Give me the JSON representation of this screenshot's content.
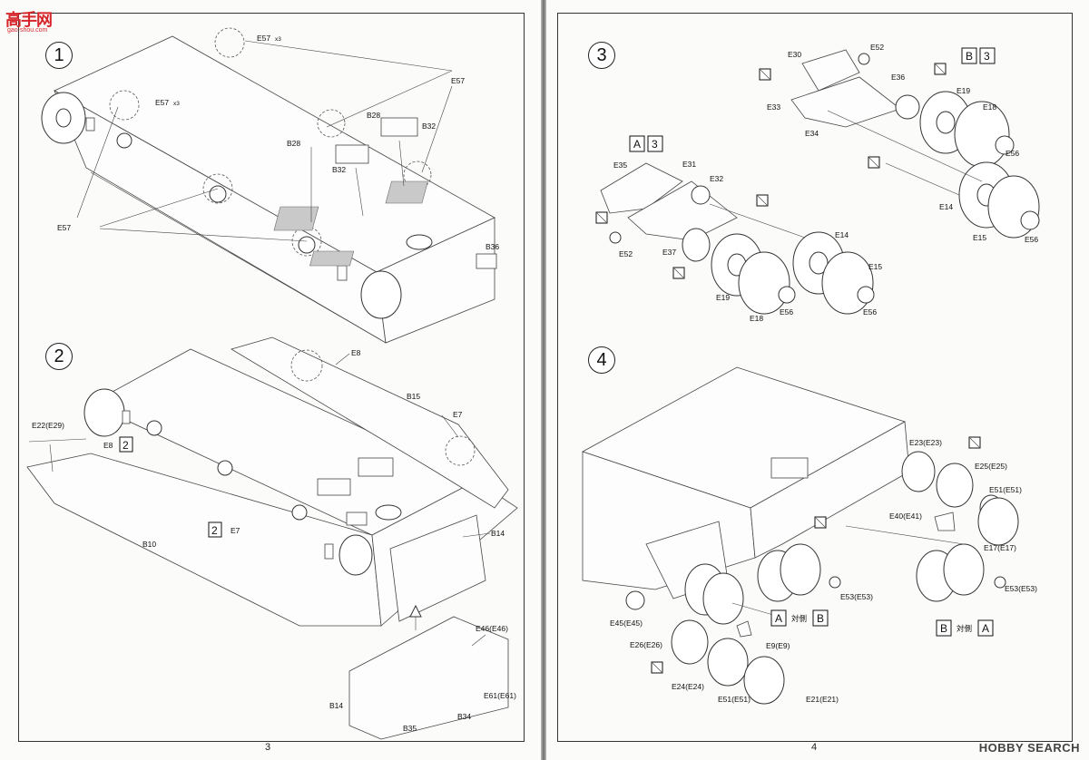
{
  "watermark": {
    "name": "高手网",
    "url": "gao-shou.com"
  },
  "hobby_search": "HOBBY SEARCH",
  "left_page": {
    "page_number": "3",
    "step1": {
      "number": "1",
      "labels": {
        "e57_x3_a": "E57",
        "x3_a": "x3",
        "e57_x3_b": "E57",
        "x3_b": "x3",
        "e57_right": "E57",
        "e57_left": "E57",
        "b28_a": "B28",
        "b28_b": "B28",
        "b32_a": "B32",
        "b32_b": "B32",
        "b36": "B36"
      }
    },
    "step2": {
      "number": "2",
      "labels": {
        "e8_top": "E8",
        "b15": "B15",
        "e7_right": "E7",
        "e22": "E22(E29)",
        "e8_left": "E8",
        "ref2a": "2",
        "ref2b": "2",
        "e7_left": "E7",
        "b10": "B10",
        "b14_a": "B14",
        "e46": "E46(E46)",
        "e61": "E61(E61)",
        "b14_b": "B14",
        "b35": "B35",
        "b34": "B34"
      }
    }
  },
  "right_page": {
    "page_number": "4",
    "step3": {
      "number": "3",
      "box_a": "A",
      "box_a_ref": "3",
      "box_b": "B",
      "box_b_ref": "3",
      "labels": {
        "e30": "E30",
        "e52_top": "E52",
        "e36": "E36",
        "e19_top": "E19",
        "e18_top": "E18",
        "e33": "E33",
        "e34": "E34",
        "e56_top": "E56",
        "e14_right": "E14",
        "e15_right": "E15",
        "e56_right": "E56",
        "e35": "E35",
        "e31": "E31",
        "e32": "E32",
        "e14_mid": "E14",
        "e15_mid": "E15",
        "e52_left": "E52",
        "e37": "E37",
        "e19_bottom": "E19",
        "e18_bottom": "E18",
        "e56_a": "E56",
        "e56_b": "E56"
      }
    },
    "step4": {
      "number": "4",
      "labels": {
        "e23": "E23(E23)",
        "e25": "E25(E25)",
        "e51_right": "E51(E51)",
        "e40": "E40(E41)",
        "e17": "E17(E17)",
        "e53_mid": "E53(E53)",
        "e53_right": "E53(E53)",
        "e45": "E45(E45)",
        "e26": "E26(E26)",
        "e9": "E9(E9)",
        "e24": "E24(E24)",
        "e51_bottom": "E51(E51)",
        "e21": "E21(E21)"
      },
      "ref_a_opposite_b": {
        "a": "A",
        "text": "対側",
        "b": "B"
      },
      "ref_b_opposite_a": {
        "b": "B",
        "text": "対側",
        "a": "A"
      }
    }
  }
}
